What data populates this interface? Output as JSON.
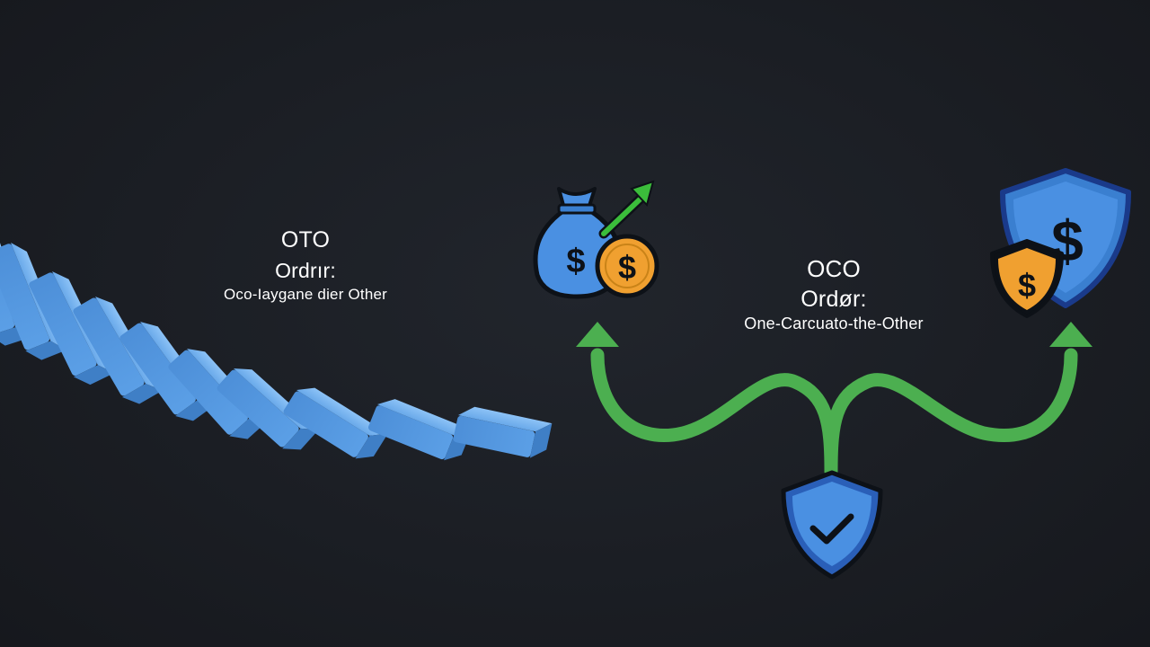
{
  "oto": {
    "title": "OTO",
    "order_label": "Ordrır:",
    "description": "Oco-Iaygane dier Other"
  },
  "oco": {
    "title": "OCO",
    "order_label": "Ordør:",
    "description": "One-Carcuato-the-Other"
  },
  "colors": {
    "background": "#1b1e24",
    "domino_blue": "#5fa3e8",
    "arrow_green": "#4caf50",
    "shield_blue": "#4a90e2",
    "coin_orange": "#f0a030",
    "text": "#ffffff"
  },
  "icons": [
    "domino-chain",
    "money-bag-icon",
    "coin-dollar-icon",
    "growth-arrow-icon",
    "shield-dollar-icon",
    "shield-check-icon",
    "branch-arrows"
  ]
}
